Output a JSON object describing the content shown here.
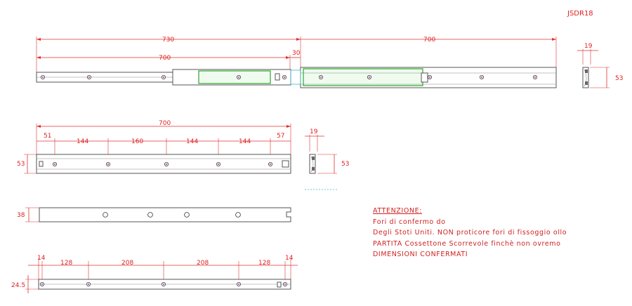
{
  "drawing": {
    "code": "JSDR18",
    "dims": {
      "top_730": "730",
      "top_700_right": "700",
      "top_700_inner": "700",
      "top_30": "30",
      "top_side_width": "19",
      "top_side_height": "53",
      "mid_700": "700",
      "mid_51": "51",
      "mid_144a": "144",
      "mid_160": "160",
      "mid_144b": "144",
      "mid_144c": "144",
      "mid_57": "57",
      "mid_height": "53",
      "mid_side_width": "19",
      "mid_side_height": "53",
      "third_height": "38",
      "bot_14a": "14",
      "bot_128a": "128",
      "bot_208a": "208",
      "bot_208b": "208",
      "bot_128b": "128",
      "bot_14b": "14",
      "bot_height": "24.5"
    }
  },
  "note": {
    "heading": "ATTENZIONE:",
    "lines": [
      "Fori di confermo do",
      "Degli Stoti Uniti. NON proticore fori di fissoggio ollo",
      "PARTITA Cossettone Scorrevole finchè non ovremo",
      "DIMENSIONI CONFERMATI"
    ]
  },
  "colors": {
    "dimension": "#e03030",
    "outline": "#555555",
    "highlight": "#2aa72a",
    "hole": "#b03090"
  }
}
